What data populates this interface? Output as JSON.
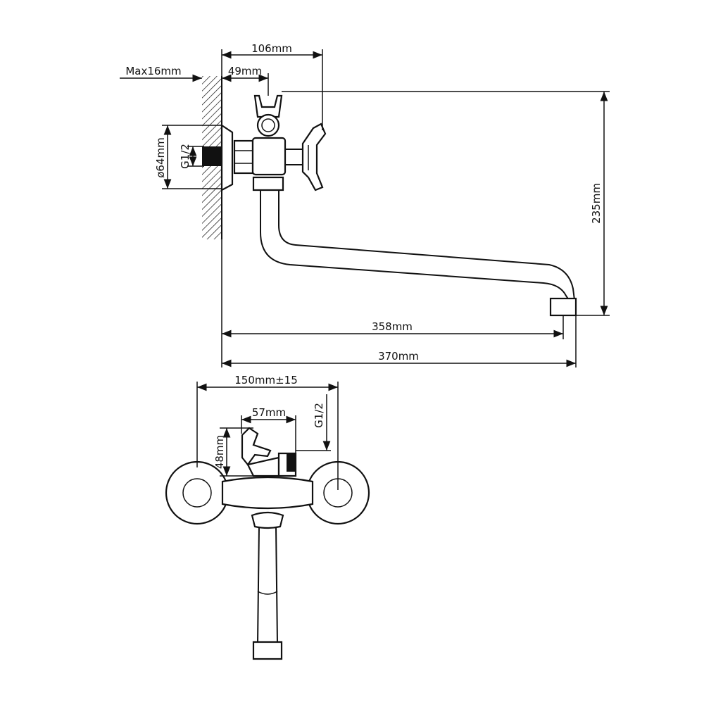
{
  "dimensions": {
    "max_wall": "Max16mm",
    "d106": "106mm",
    "d49": "49mm",
    "d64": "ø64mm",
    "thread_side": "G1/2",
    "d235": "235mm",
    "d358": "358mm",
    "d370": "370mm",
    "d150": "150mm±15",
    "d57": "57mm",
    "d48": "48mm",
    "thread_front": "G1/2"
  },
  "colors": {
    "ink": "#111111",
    "background": "#ffffff"
  }
}
